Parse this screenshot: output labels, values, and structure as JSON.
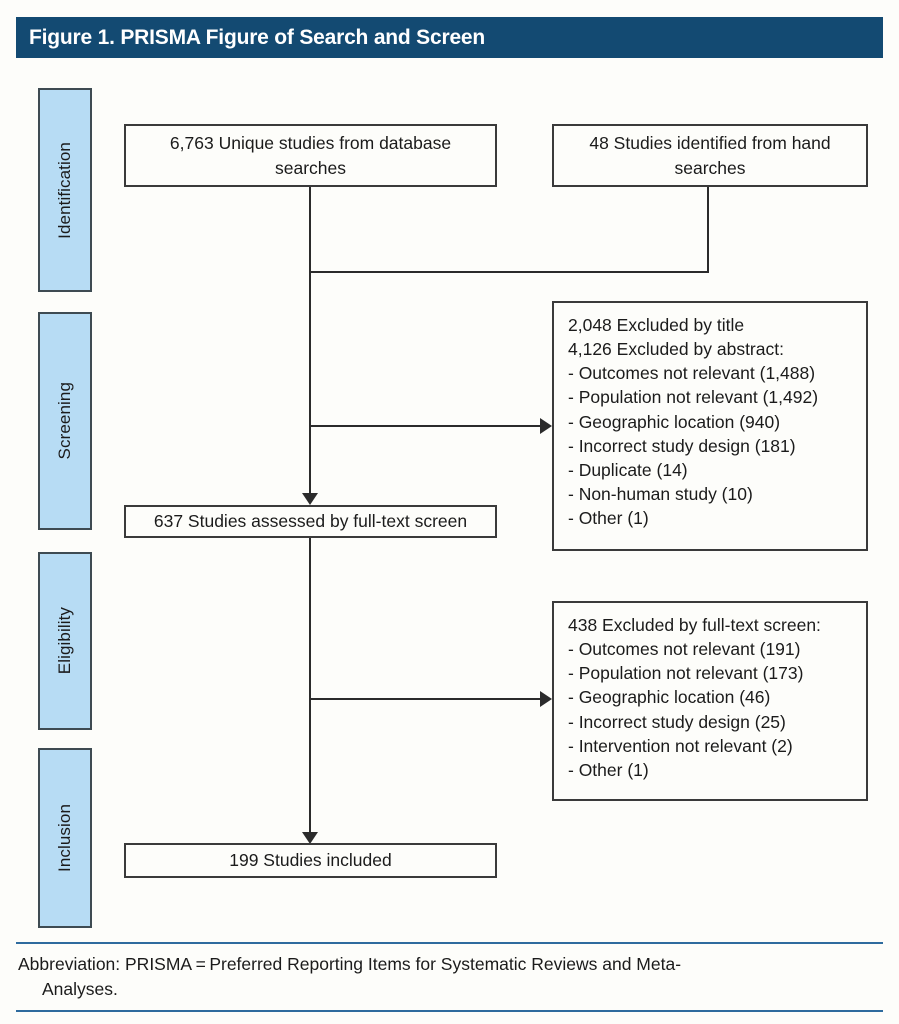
{
  "figure": {
    "title": "Figure 1. PRISMA Figure of Search and Screen",
    "accent_color": "#134a72",
    "stage_fill": "#b7dcf4",
    "rule_color": "#2e6b9e"
  },
  "stages": [
    {
      "label": "Identification"
    },
    {
      "label": "Screening"
    },
    {
      "label": "Eligibility"
    },
    {
      "label": "Inclusion"
    }
  ],
  "boxes": {
    "database_searches": {
      "line1": "6,763 Unique studies from database",
      "line2": "searches"
    },
    "hand_searches": {
      "line1": "48 Studies identified from hand",
      "line2": "searches"
    },
    "full_text_assessed": {
      "text": "637 Studies assessed by full-text screen"
    },
    "included": {
      "text": "199 Studies included"
    },
    "screening_excluded": {
      "lines": [
        "2,048 Excluded by title",
        "4,126 Excluded by abstract:",
        "- Outcomes not relevant (1,488)",
        "- Population not relevant (1,492)",
        "- Geographic location (940)",
        "- Incorrect study design (181)",
        "- Duplicate (14)",
        "- Non-human study (10)",
        "- Other (1)"
      ]
    },
    "eligibility_excluded": {
      "lines": [
        "438 Excluded by full-text screen:",
        "- Outcomes not relevant (191)",
        "- Population not relevant (173)",
        "- Geographic location (46)",
        "- Incorrect study design (25)",
        "- Intervention not relevant (2)",
        "- Other (1)"
      ]
    }
  },
  "footnote": {
    "line1": "Abbreviation: PRISMA = Preferred Reporting Items for Systematic Reviews and Meta-",
    "line2": "Analyses."
  },
  "flow_data": {
    "type": "prisma-flow",
    "identification": {
      "database_records": 6763,
      "hand_search_records": 48
    },
    "screening": {
      "excluded_by_title": 2048,
      "excluded_by_abstract": 4126,
      "abstract_reasons": [
        {
          "reason": "Outcomes not relevant",
          "count": 1488
        },
        {
          "reason": "Population not relevant",
          "count": 1492
        },
        {
          "reason": "Geographic location",
          "count": 940
        },
        {
          "reason": "Incorrect study design",
          "count": 181
        },
        {
          "reason": "Duplicate",
          "count": 14
        },
        {
          "reason": "Non-human study",
          "count": 10
        },
        {
          "reason": "Other",
          "count": 1
        }
      ]
    },
    "eligibility": {
      "assessed_full_text": 637,
      "excluded_full_text": 438,
      "full_text_reasons": [
        {
          "reason": "Outcomes not relevant",
          "count": 191
        },
        {
          "reason": "Population not relevant",
          "count": 173
        },
        {
          "reason": "Geographic location",
          "count": 46
        },
        {
          "reason": "Incorrect study design",
          "count": 25
        },
        {
          "reason": "Intervention not relevant",
          "count": 2
        },
        {
          "reason": "Other",
          "count": 1
        }
      ]
    },
    "inclusion": {
      "studies_included": 199
    }
  }
}
